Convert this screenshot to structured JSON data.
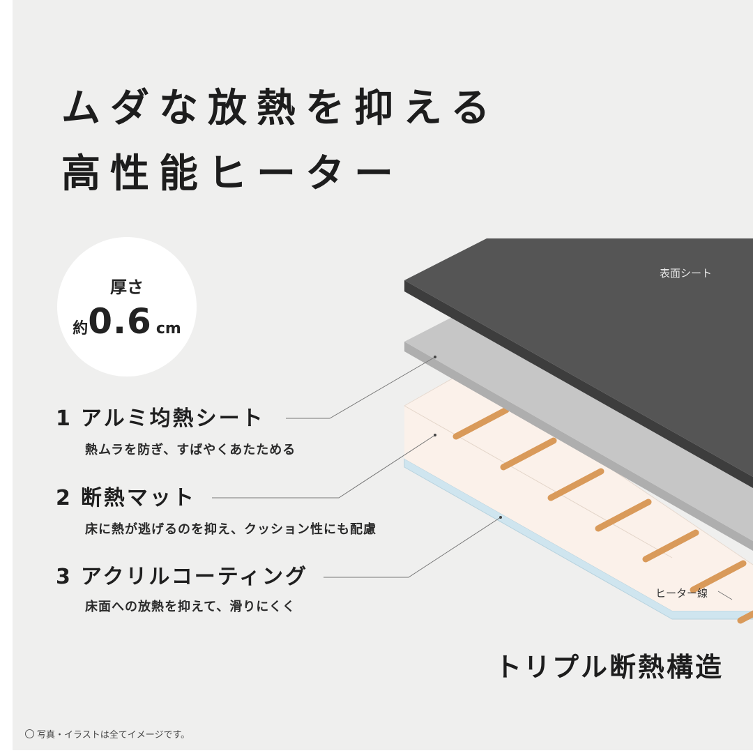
{
  "headline": {
    "line1": "ムダな放熱を抑える",
    "line2": "高性能ヒーター"
  },
  "thickness_badge": {
    "label": "厚さ",
    "prefix": "約",
    "value": "0.6",
    "unit": "cm"
  },
  "layers": [
    {
      "number": "1",
      "title": "アルミ均熱シート",
      "description": "熱ムラを防ぎ、すばやくあたためる"
    },
    {
      "number": "2",
      "title": "断熱マット",
      "description": "床に熱が逃げるのを抑え、クッション性にも配慮"
    },
    {
      "number": "3",
      "title": "アクリルコーティング",
      "description": "床面への放熱を抑えて、滑りにくく"
    }
  ],
  "diagram": {
    "surface_label": "表面シート",
    "heater_label": "ヒーター線"
  },
  "footer_title": "トリプル断熱構造",
  "disclaimer": "写真・イラストは全てイメージです。",
  "colors": {
    "background": "#efefee",
    "surface_sheet": "#555555",
    "aluminum_sheet": "#c6c6c6",
    "insulation_mat": "#fbf1ea",
    "acrylic_coating": "#cfe5ef",
    "heater_wire": "#d99a5a",
    "text": "#1d1d1d"
  }
}
